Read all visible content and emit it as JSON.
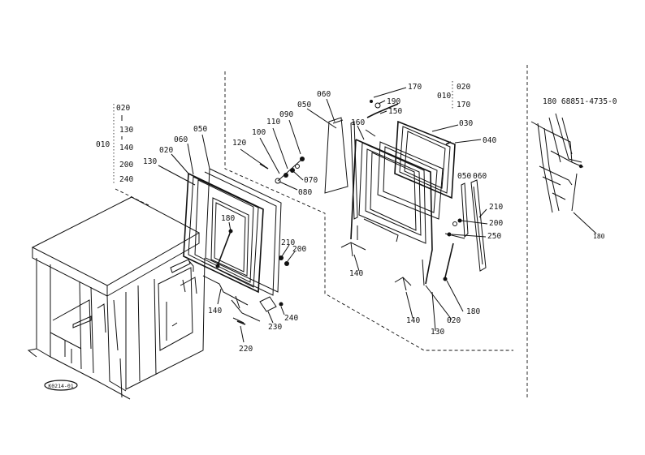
{
  "header_code": "180   68851-4735-0",
  "ref_code": "K0214-01",
  "group_left": {
    "prefix": "010",
    "items": [
      "020",
      "130",
      "140",
      "200",
      "240"
    ]
  },
  "group_right": {
    "prefix": "010",
    "items": [
      "020",
      "170"
    ]
  },
  "callouts": {
    "c050a": "050",
    "c060a": "060",
    "c020a": "020",
    "c130a": "130",
    "c180a": "180",
    "c210a": "210",
    "c200a": "200",
    "c140a": "140",
    "c240a": "240",
    "c230a": "230",
    "c220a": "220",
    "c120": "120",
    "c100": "100",
    "c110": "110",
    "c090": "090",
    "c070": "070",
    "c080": "080",
    "c050b": "050",
    "c060b": "060",
    "c170": "170",
    "c190": "190",
    "c150": "150",
    "c160": "160",
    "c030": "030",
    "c040": "040",
    "c050c": "050",
    "c060c": "060",
    "c210b": "210",
    "c200b": "200",
    "c250": "250",
    "c180b": "180",
    "c020b": "020",
    "c130b": "130",
    "c140b": "140",
    "c140c": "140",
    "c180c": "180"
  }
}
